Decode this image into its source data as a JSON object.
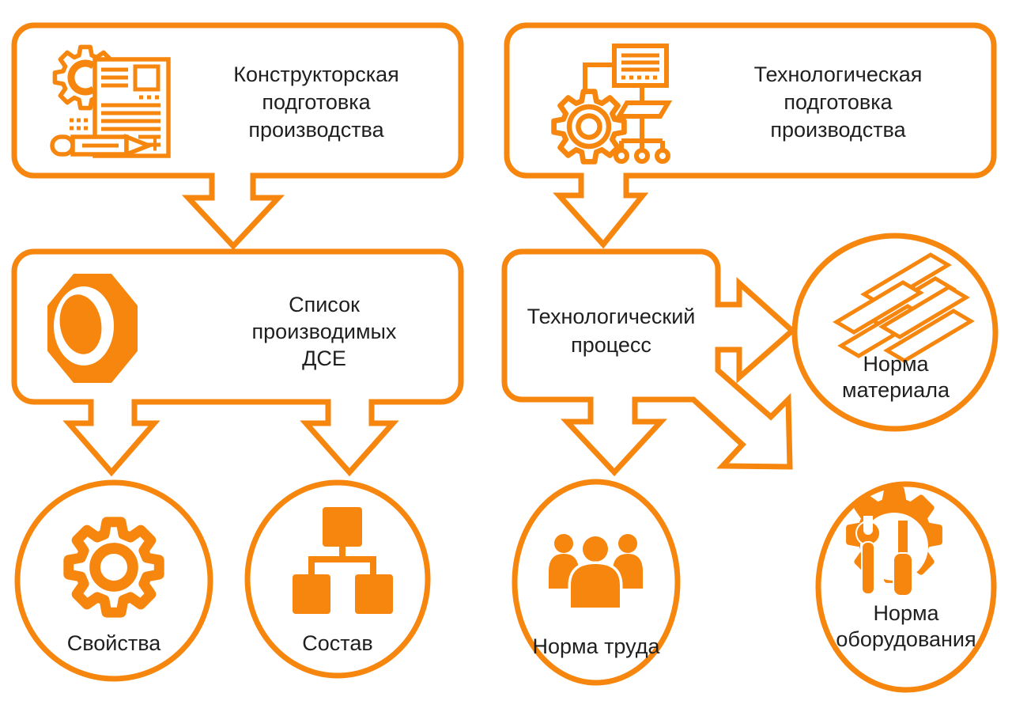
{
  "diagram_title": "Production preparation flow (CAD/CAM data structure)",
  "accent_color": "#F6860D",
  "text_color": "#1F1F1F",
  "background_color": "#FFFFFF",
  "nodes": {
    "design_prep": {
      "label_lines": [
        "Конструкторская",
        "подготовка",
        "производства"
      ],
      "icon": "blueprint-gear-pencil-icon",
      "shape": "rounded-box"
    },
    "tech_prep": {
      "label_lines": [
        "Технологическая",
        "подготовка",
        "производства"
      ],
      "icon": "gear-flowchart-icon",
      "shape": "rounded-box"
    },
    "dse_list": {
      "label_lines": [
        "Список",
        "производимых",
        "ДСЕ"
      ],
      "icon": "nut-icon",
      "shape": "rounded-box"
    },
    "tech_process": {
      "label_lines": [
        "Технологический",
        "процесс"
      ],
      "shape": "rounded-box"
    },
    "material_norm": {
      "label_lines": [
        "Норма",
        "материала"
      ],
      "icon": "metal-beams-icon",
      "shape": "circle"
    },
    "properties": {
      "label": "Свойства",
      "icon": "gear-icon",
      "shape": "circle"
    },
    "composition": {
      "label": "Состав",
      "icon": "hierarchy-icon",
      "shape": "circle"
    },
    "labor_norm": {
      "label": "Норма труда",
      "icon": "people-icon",
      "shape": "circle"
    },
    "equipment_norm": {
      "label_lines": [
        "Норма",
        "оборудования"
      ],
      "icon": "gear-tools-icon",
      "shape": "circle"
    }
  },
  "edges": [
    {
      "from": "design_prep",
      "to": "dse_list",
      "style": "outlined-arrow-down"
    },
    {
      "from": "tech_prep",
      "to": "tech_process",
      "style": "outlined-arrow-down"
    },
    {
      "from": "dse_list",
      "to": "properties",
      "style": "outlined-arrow-down"
    },
    {
      "from": "dse_list",
      "to": "composition",
      "style": "outlined-arrow-down"
    },
    {
      "from": "tech_process",
      "to": "material_norm",
      "style": "outlined-arrow-right"
    },
    {
      "from": "tech_process",
      "to": "labor_norm",
      "style": "outlined-arrow-down"
    },
    {
      "from": "tech_process",
      "to": "equipment_norm",
      "style": "outlined-arrow-diagonal"
    }
  ]
}
